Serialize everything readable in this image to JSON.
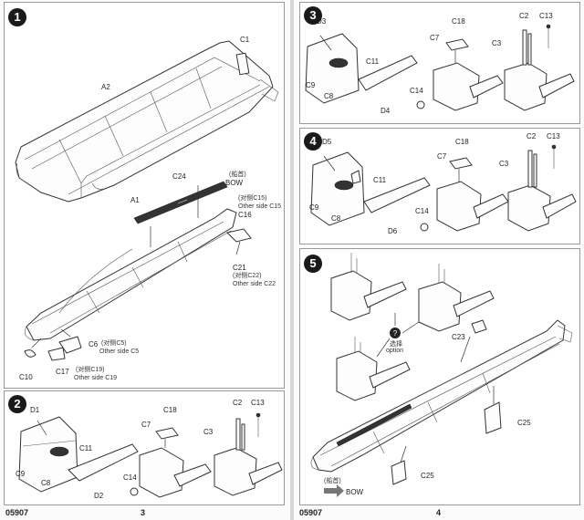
{
  "footer": {
    "code_left": "05907",
    "page_left": "3",
    "code_right": "05907",
    "page_right": "4"
  },
  "step1": {
    "number": "1",
    "labels": {
      "a2": "A2",
      "c1": "C1",
      "a1": "A1",
      "c24": "C24",
      "bow_cn": "(船首)",
      "bow": "BOW",
      "c15_cn": "(对侧C15)",
      "c15_other": "Other side C15",
      "c16": "C16",
      "c21": "C21",
      "c22_cn": "(对侧C22)",
      "c22_other": "Other side C22",
      "c6": "C6",
      "c5_cn": "(对侧C5)",
      "c5_other": "Other side C5",
      "c10": "C10",
      "c17": "C17",
      "c19_cn": "(对侧C19)",
      "c19_other": "Other side C19"
    }
  },
  "step2": {
    "number": "2",
    "labels": {
      "d1": "D1",
      "c11": "C11",
      "c9": "C9",
      "c8": "C8",
      "d2": "D2",
      "c7": "C7",
      "c18": "C18",
      "c14": "C14",
      "c3": "C3",
      "c2": "C2",
      "c13": "C13"
    }
  },
  "step3": {
    "number": "3",
    "labels": {
      "d3": "D3",
      "c11": "C11",
      "c9": "C9",
      "c8": "C8",
      "d4": "D4",
      "c7": "C7",
      "c18": "C18",
      "c14": "C14",
      "c3": "C3",
      "c2": "C2",
      "c13": "C13"
    }
  },
  "step4": {
    "number": "4",
    "labels": {
      "d5": "D5",
      "c11": "C11",
      "c9": "C9",
      "c8": "C8",
      "d6": "D6",
      "c7": "C7",
      "c18": "C18",
      "c14": "C14",
      "c3": "C3",
      "c2": "C2",
      "c13": "C13"
    }
  },
  "step5": {
    "number": "5",
    "labels": {
      "option_cn": "选择",
      "option": "option",
      "c23": "C23",
      "c25a": "C25",
      "c25b": "C25",
      "bow_cn": "(船首)",
      "bow": "BOW"
    }
  }
}
